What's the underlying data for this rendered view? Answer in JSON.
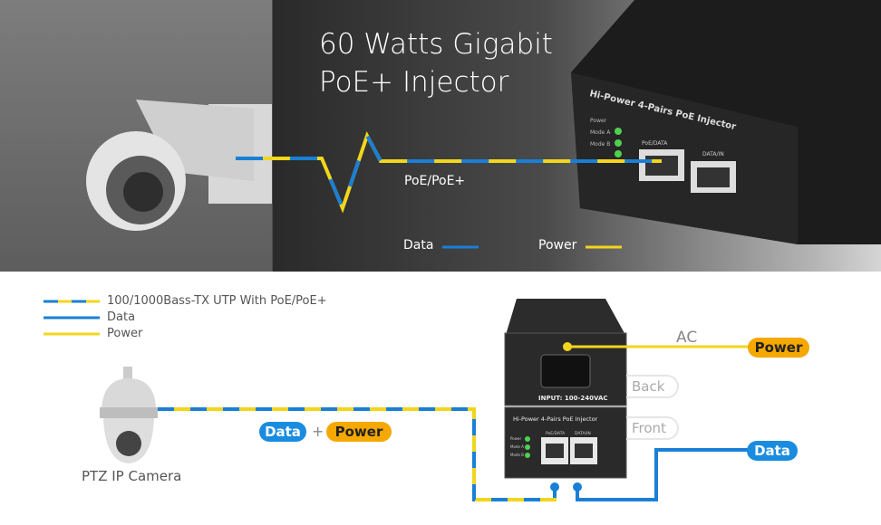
{
  "hero": {
    "title_line1": "60 Watts Gigabit",
    "title_line2": "PoE+ Injector",
    "cable_label": "PoE/PoE+",
    "legend_data": "Data",
    "legend_power": "Power",
    "device": {
      "name": "Hi-Power 4-Pairs PoE Injector",
      "leds": [
        "Power",
        "Mode A",
        "Mode B"
      ],
      "ports": [
        "PoE/DATA",
        "DATA/IN"
      ]
    }
  },
  "diagram": {
    "legend": [
      {
        "label": "100/1000Bass-TX UTP With PoE/PoE+"
      },
      {
        "label": "Data"
      },
      {
        "label": "Power"
      }
    ],
    "camera_label": "PTZ IP Camera",
    "cable_data_pill": "Data",
    "plus": "+",
    "cable_power_pill": "Power",
    "ac_label": "AC",
    "power_pill": "Power",
    "back_label": "Back",
    "front_label": "Front",
    "data_pill": "Data",
    "device_input": "INPUT: 100-240VAC",
    "device_name": "Hi-Power 4-Pairs PoE Injector",
    "device_ports": [
      "PoE/DATA",
      "DATA/IN"
    ],
    "device_leds": [
      "Power",
      "Mode A",
      "Mode B"
    ]
  },
  "colors": {
    "data": "#1a7fd6",
    "power": "#f2d61c",
    "power_pill": "#f5a800",
    "data_pill": "#1a8ce0"
  }
}
